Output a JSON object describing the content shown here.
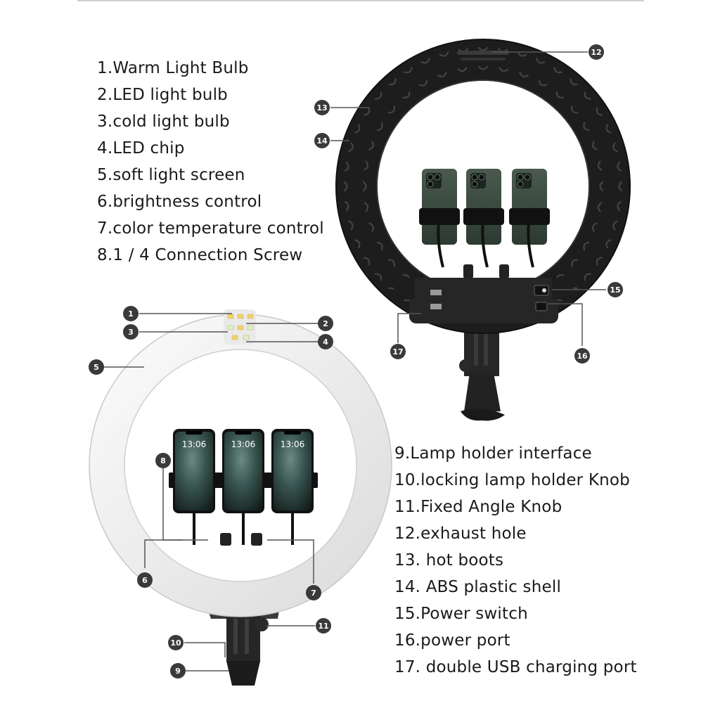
{
  "legend_top": [
    "1.Warm Light Bulb",
    "2.LED light bulb",
    "3.cold light bulb",
    "4.LED chip",
    "5.soft light screen",
    "6.brightness control",
    "7.color temperature control",
    "8.1 / 4 Connection Screw"
  ],
  "legend_bottom": [
    "9.Lamp holder interface",
    "10.locking lamp holder Knob",
    "11.Fixed Angle Knob",
    "12.exhaust hole",
    "13. hot boots",
    "14. ABS plastic shell",
    "15.Power switch",
    "16.power port",
    "17. double USB charging port"
  ],
  "callouts": {
    "c1": "1",
    "c2": "2",
    "c3": "3",
    "c4": "4",
    "c5": "5",
    "c6": "6",
    "c7": "7",
    "c8": "8",
    "c9": "9",
    "c10": "10",
    "c11": "11",
    "c12": "12",
    "c13": "13",
    "c14": "14",
    "c15": "15",
    "c16": "16",
    "c17": "17"
  },
  "phone_time": "13:06",
  "colors": {
    "callout_fill": "#3a3a3a",
    "black_ring": "#1e1e1e",
    "white_ring": "#f2f2f2",
    "led_warm": "#f1d36b",
    "led_cold": "#ffffff"
  }
}
